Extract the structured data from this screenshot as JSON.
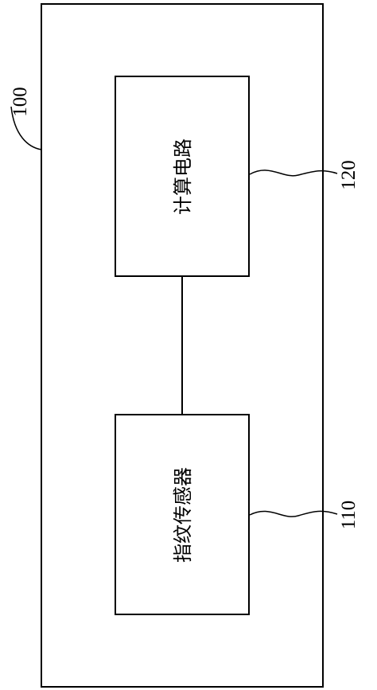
{
  "diagram": {
    "outer_ref": "100",
    "computing_circuit": {
      "label": "计算电路",
      "ref": "120"
    },
    "fingerprint_sensor": {
      "label": "指纹传感器",
      "ref": "110"
    }
  }
}
